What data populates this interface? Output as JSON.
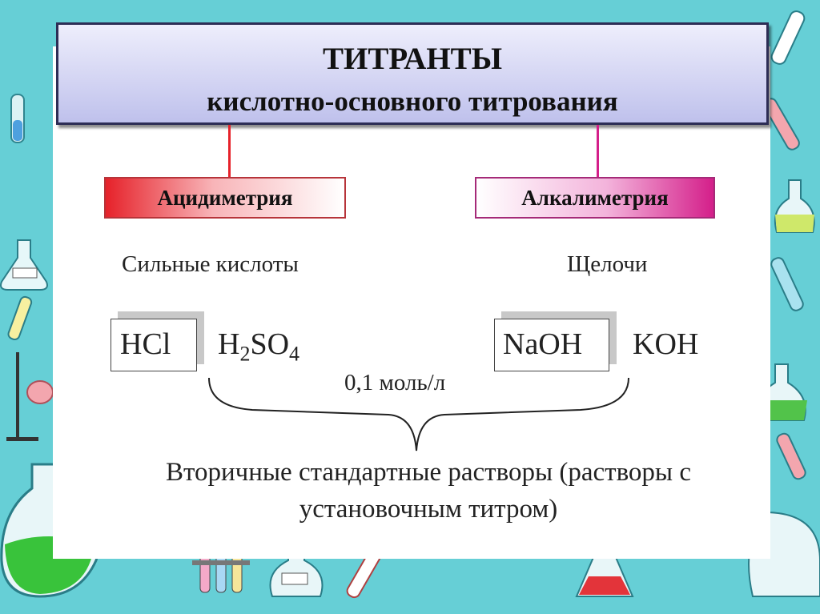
{
  "title": {
    "line1": "ТИТРАНТЫ",
    "line2": "кислотно-основного титрования"
  },
  "categories": {
    "acid": {
      "label": "Ацидиметрия",
      "color": "#e6222a"
    },
    "alkali": {
      "label": "Алкалиметрия",
      "color": "#d41f8a"
    }
  },
  "groups": {
    "acids_label": "Сильные кислоты",
    "bases_label": "Щелочи"
  },
  "formulas": {
    "hcl": "HCl",
    "h2so4": {
      "h": "H",
      "sub1": "2",
      "so": "SO",
      "sub2": "4"
    },
    "naoh": "NaOH",
    "koh": "KOH"
  },
  "concentration": "0,1 моль/л",
  "conclusion": {
    "line1": "Вторичные стандартные растворы (растворы с",
    "line2": "установочным титром)"
  },
  "colors": {
    "background": "#66cfd6",
    "title_border": "#2d2d55"
  }
}
